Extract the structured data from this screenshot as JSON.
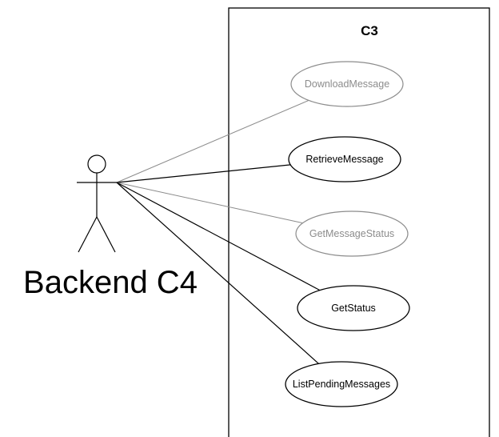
{
  "system": {
    "title": "C3"
  },
  "actor": {
    "label": "Backend C4"
  },
  "use_cases": [
    {
      "label": "DownloadMessage",
      "state": "disabled"
    },
    {
      "label": "RetrieveMessage",
      "state": "active"
    },
    {
      "label": "GetMessageStatus",
      "state": "disabled"
    },
    {
      "label": "GetStatus",
      "state": "active"
    },
    {
      "label": "ListPendingMessages",
      "state": "active"
    }
  ],
  "colors": {
    "active": "#000000",
    "disabled": "#8c8c8c",
    "background": "#ffffff"
  }
}
